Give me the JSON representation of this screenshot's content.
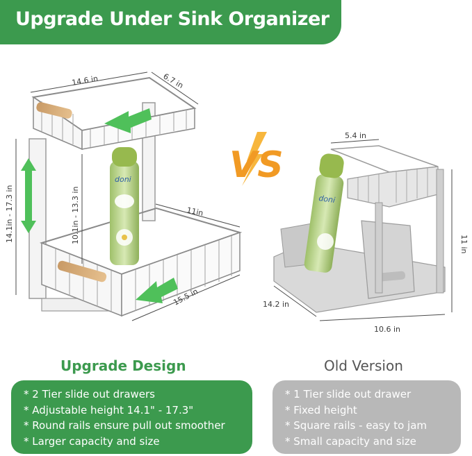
{
  "banner": {
    "title": "Upgrade Under Sink Organizer"
  },
  "comparison": {
    "vs_label": "VS"
  },
  "new_product": {
    "title": "Upgrade Design",
    "dimensions": {
      "top_width": "14.6 in",
      "top_depth": "6.7 in",
      "height_range": "14.1in - 17.3 in",
      "inner_height": "10.1in - 13.3 in",
      "bottom_depth": "11in",
      "bottom_width": "15.5 in"
    },
    "features": [
      "2 Tier slide out drawers",
      "Adjustable height 14.1\" - 17.3\"",
      "Round rails ensure pull out smoother",
      "Larger capacity and size"
    ],
    "color": "#3c9a4e"
  },
  "old_product": {
    "title": "Old Version",
    "dimensions": {
      "top_width": "5.4 in",
      "height": "11 in",
      "depth": "14.2 in",
      "width": "10.6 in"
    },
    "features": [
      "1 Tier slide out drawer",
      "Fixed height",
      "Square rails - easy to  jam",
      "Small capacity and size"
    ],
    "color": "#b8b8b8"
  },
  "spray_can": {
    "brand": "doni"
  }
}
